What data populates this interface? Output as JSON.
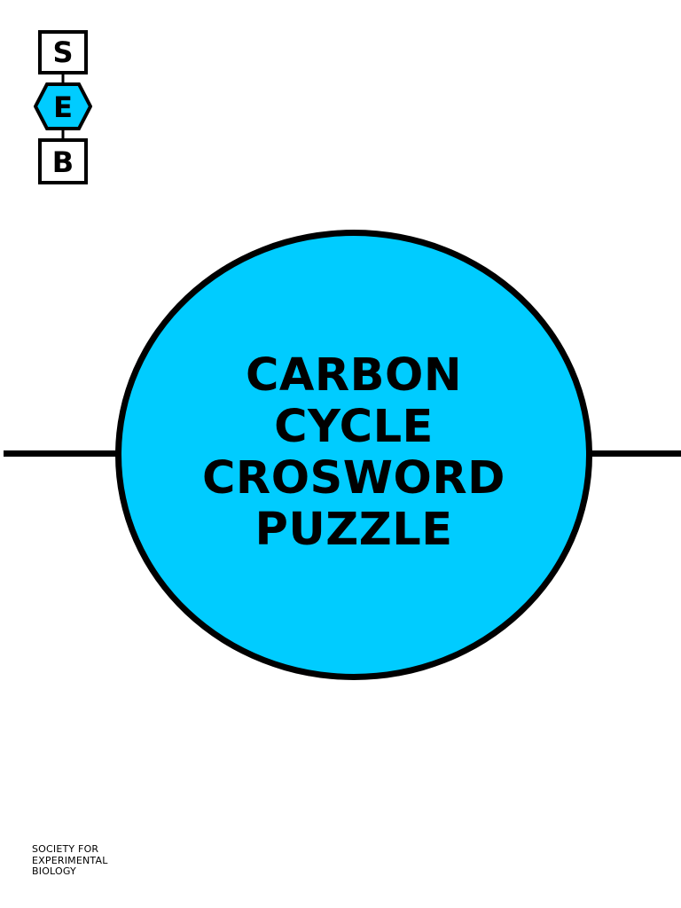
{
  "logo": {
    "letters": [
      "S",
      "E",
      "B"
    ],
    "accent_color": "#00ccff"
  },
  "cover": {
    "title_lines": [
      "CARBON",
      "CYCLE",
      "CROSWORD",
      "PUZZLE"
    ],
    "circle_color": "#00ccff",
    "line_color": "#000000"
  },
  "footer": {
    "org_lines": [
      "SOCIETY FOR",
      "EXPERIMENTAL",
      "BIOLOGY"
    ]
  }
}
